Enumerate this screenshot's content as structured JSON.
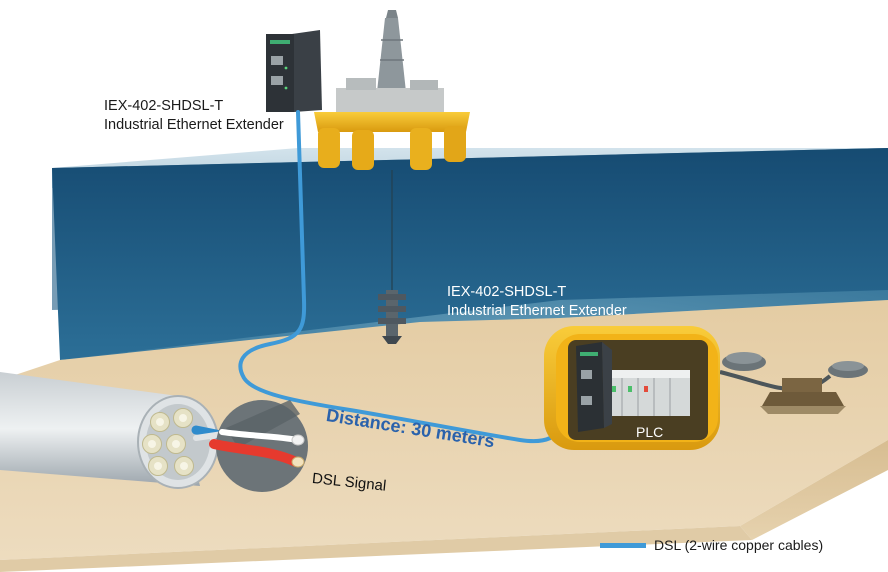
{
  "labels": {
    "topside_device": {
      "line1": "IEX-402-SHDSL-T",
      "line2": "Industrial Ethernet Extender"
    },
    "subsea_device": {
      "line1": "IEX-402-SHDSL-T",
      "line2": "Industrial Ethernet Extender"
    },
    "distance": "Distance: 30 meters",
    "plc": "PLC",
    "dsl_signal": "DSL Signal"
  },
  "legend": {
    "label": "DSL (2-wire copper cables)",
    "color": "#3f9ad8"
  },
  "colors": {
    "ocean_dark": "#103f62",
    "ocean_light": "#2a6d95",
    "seabed": "#e9d6b4",
    "cable": "#3f9ad8",
    "platform_yellow": "#f0b51e",
    "enclosure_yellow": "#f2b318",
    "distance_text": "#2a62ac"
  }
}
